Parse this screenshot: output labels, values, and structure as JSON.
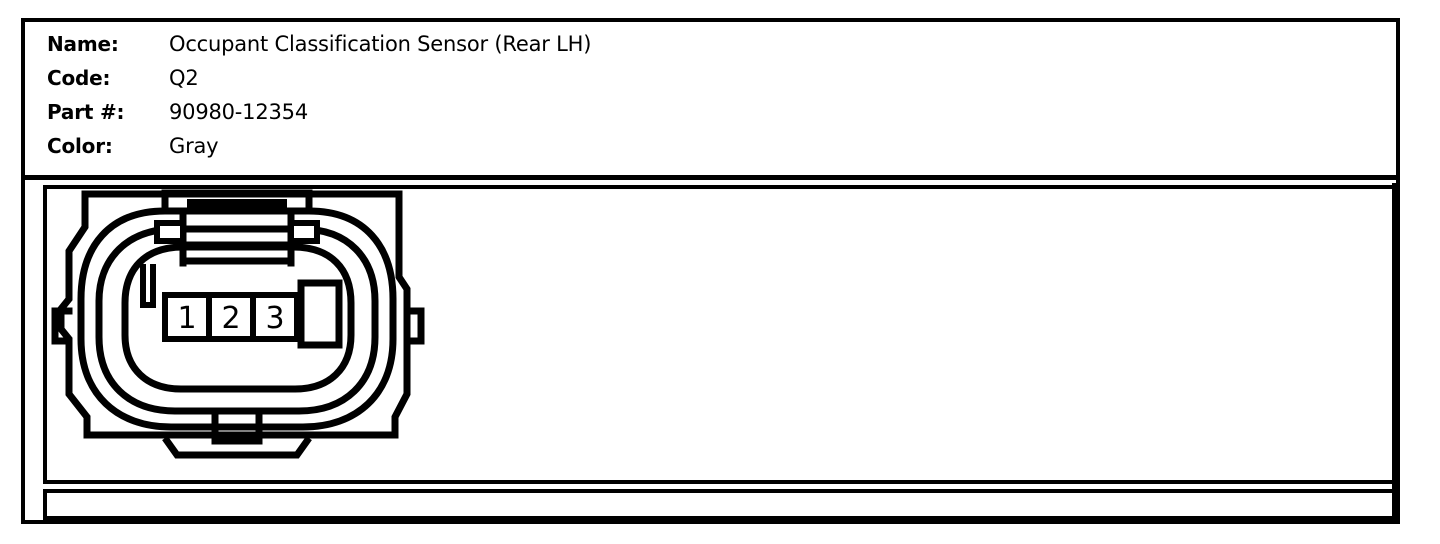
{
  "component": {
    "fields": [
      {
        "label": "Name:",
        "value": "Occupant Classification Sensor (Rear LH)"
      },
      {
        "label": "Code:",
        "value": "Q2"
      },
      {
        "label": "Part #:",
        "value": "90980-12354"
      },
      {
        "label": "Color:",
        "value": "Gray"
      }
    ]
  },
  "diagram": {
    "type": "connector-face-view",
    "description": "3-pin automotive connector front face view",
    "pins": [
      {
        "number": "1"
      },
      {
        "number": "2"
      },
      {
        "number": "3"
      }
    ],
    "pin_count": 3,
    "features": {
      "top_latch": "retention latch with ribs",
      "left_lock_ear": "side lock tab",
      "right_lock_ear": "side lock tab",
      "bottom_tab": "keying tab",
      "left_keying_rib": "polarization rib",
      "right_keying_slot": "polarization slot"
    }
  },
  "colors": {
    "stroke": "#000000",
    "background": "#ffffff"
  }
}
